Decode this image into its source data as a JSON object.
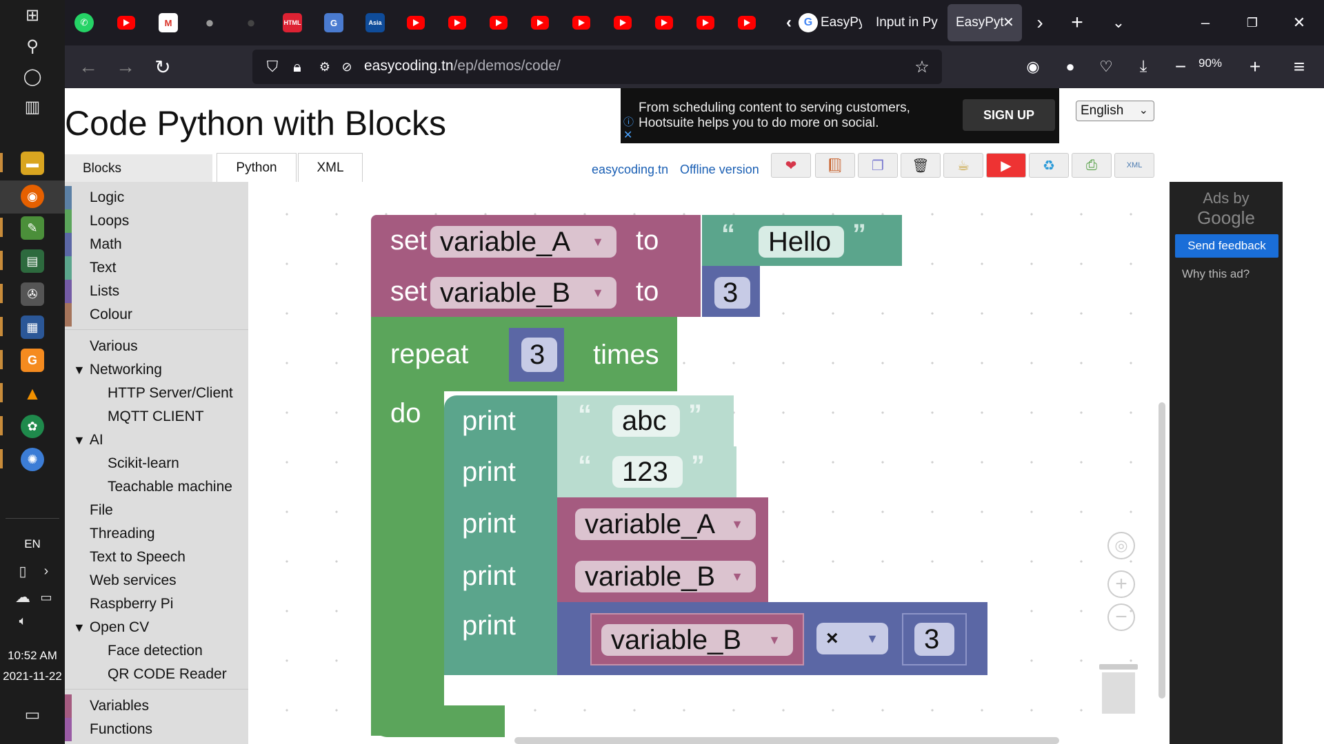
{
  "taskbar": {
    "language": "EN",
    "time": "10:52 AM",
    "date": "2021-11-22"
  },
  "browser": {
    "tabs": [
      {
        "label": "EasyPy"
      },
      {
        "label": "Input in Py"
      },
      {
        "label": "EasyPyt"
      }
    ],
    "url_host": "easycoding.tn",
    "url_path": "/ep/demos/code/",
    "zoom": "90%"
  },
  "page": {
    "title": "Code Python with Blocks",
    "ad_banner": {
      "line1": "From scheduling content to serving customers,",
      "line2": "Hootsuite helps you to do more on social.",
      "button": "SIGN UP"
    },
    "language_select": "English",
    "tabs": {
      "blocks": "Blocks",
      "python": "Python",
      "xml": "XML"
    },
    "links": {
      "site": "easycoding.tn",
      "offline": "Offline version"
    }
  },
  "toolbox": {
    "categories": [
      {
        "label": "Logic",
        "color": "#5b80a5"
      },
      {
        "label": "Loops",
        "color": "#5ba55b"
      },
      {
        "label": "Math",
        "color": "#5b67a5"
      },
      {
        "label": "Text",
        "color": "#5ba58c"
      },
      {
        "label": "Lists",
        "color": "#745ba5"
      },
      {
        "label": "Colour",
        "color": "#a5745b"
      }
    ],
    "more": {
      "various": "Various",
      "networking": "Networking",
      "http": "HTTP Server/Client",
      "mqtt": "MQTT CLIENT",
      "ai": "AI",
      "sklearn": "Scikit-learn",
      "teachable": "Teachable machine",
      "file": "File",
      "threading": "Threading",
      "tts": "Text to Speech",
      "web": "Web services",
      "rpi": "Raspberry Pi",
      "opencv": "Open CV",
      "face": "Face detection",
      "qr": "QR CODE Reader",
      "variables": "Variables",
      "functions": "Functions"
    },
    "variables_color": "#a55b80",
    "functions_color": "#995ba5"
  },
  "workspace": {
    "set_a": {
      "kw_set": "set",
      "var": "variable_A",
      "kw_to": "to",
      "value": "Hello"
    },
    "set_b": {
      "kw_set": "set",
      "var": "variable_B",
      "kw_to": "to",
      "value": "3"
    },
    "repeat": {
      "kw": "repeat",
      "count": "3",
      "kw_times": "times",
      "kw_do": "do"
    },
    "prints": [
      {
        "kw": "print",
        "value": "abc"
      },
      {
        "kw": "print",
        "value": "123"
      },
      {
        "kw": "print",
        "value": "variable_A"
      },
      {
        "kw": "print",
        "value": "variable_B"
      },
      {
        "kw": "print",
        "var": "variable_B",
        "op": "×",
        "num": "3"
      }
    ]
  },
  "ads_sidebar": {
    "ads_by": "Ads by",
    "google": "Google",
    "send_feedback": "Send feedback",
    "why": "Why this ad?"
  }
}
